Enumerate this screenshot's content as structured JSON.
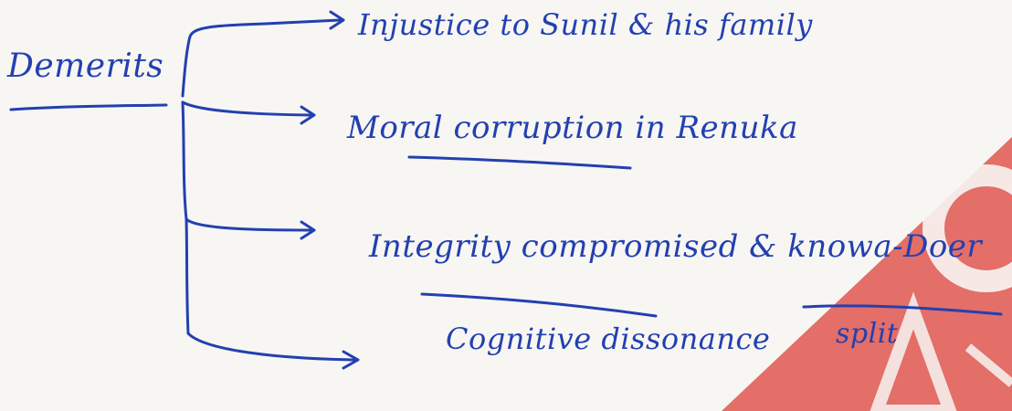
{
  "note": {
    "heading": "Demerits",
    "branches": [
      "Injustice to Sunil & his family",
      "Moral corruption in Renuka",
      "Integrity compromised & knowa-Doer",
      "Cognitive dissonance"
    ],
    "branch3_continuation": "split"
  },
  "watermark": {
    "color": "#e0564f",
    "visible": "partial"
  },
  "colors": {
    "ink": "#2340b0",
    "paper": "#f7f6f3",
    "watermark": "#e0564f"
  }
}
